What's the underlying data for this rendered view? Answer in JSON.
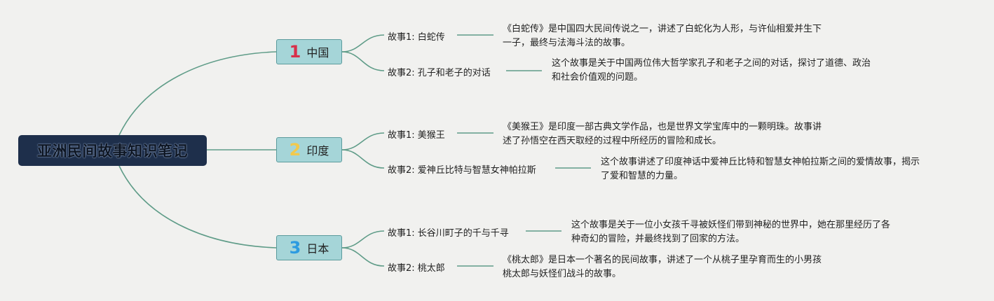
{
  "root": {
    "title": "亚洲民间故事知识笔记"
  },
  "branches": [
    {
      "number": "1",
      "number_color": "#d8304a",
      "label": "中国",
      "stories": [
        {
          "title": "故事1: 白蛇传",
          "desc": [
            "《白蛇传》是中国四大民间传说之一，讲述了白蛇化为人形，与许仙相爱并生下",
            "一子，最终与法海斗法的故事。"
          ]
        },
        {
          "title": "故事2: 孔子和老子的对话",
          "desc": [
            "这个故事是关于中国两位伟大哲学家孔子和老子之间的对话，探讨了道德、政治",
            "和社会价值观的问题。"
          ]
        }
      ]
    },
    {
      "number": "2",
      "number_color": "#f2c94c",
      "label": "印度",
      "stories": [
        {
          "title": "故事1: 美猴王",
          "desc": [
            "《美猴王》是印度一部古典文学作品，也是世界文学宝库中的一颗明珠。故事讲",
            "述了孙悟空在西天取经的过程中所经历的冒险和成长。"
          ]
        },
        {
          "title": "故事2: 爱神丘比特与智慧女神帕拉斯",
          "desc": [
            "这个故事讲述了印度神话中爱神丘比特和智慧女神帕拉斯之间的爱情故事，揭示",
            "了爱和智慧的力量。"
          ]
        }
      ]
    },
    {
      "number": "3",
      "number_color": "#2d9be0",
      "label": "日本",
      "stories": [
        {
          "title": "故事1: 长谷川町子的千与千寻",
          "desc": [
            "这个故事是关于一位小女孩千寻被妖怪们带到神秘的世界中，她在那里经历了各",
            "种奇幻的冒险，并最终找到了回家的方法。"
          ]
        },
        {
          "title": "故事2: 桃太郎",
          "desc": [
            "《桃太郎》是日本一个著名的民间故事，讲述了一个从桃子里孕育而生的小男孩",
            "桃太郎与妖怪们战斗的故事。"
          ]
        }
      ]
    }
  ],
  "colors": {
    "link": "#5f9c88",
    "root_bg": "#1e2f4b",
    "branch_bg": "#a5d5d8"
  }
}
